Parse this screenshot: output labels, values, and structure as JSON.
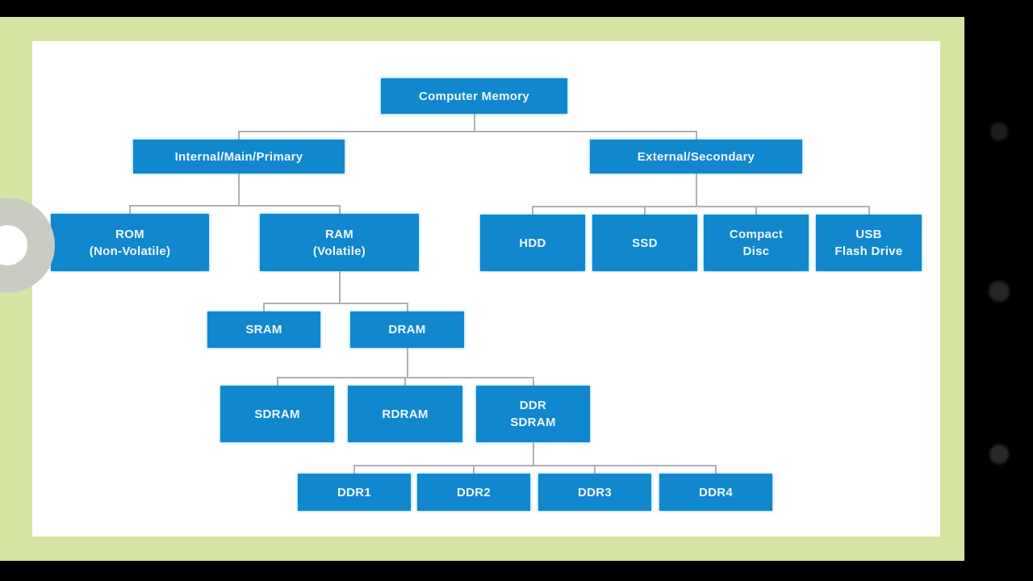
{
  "colors": {
    "background": "#000000",
    "frame_green": "#d6e4a3",
    "canvas_white": "#ffffff",
    "node_blue": "#1187cd",
    "node_text": "#eef7fd",
    "connector_gray": "#b0b0b0",
    "overlay_circle_gray": "#c9ccc3"
  },
  "diagram": {
    "nodes": {
      "computer_memory": {
        "l1": "Computer Memory"
      },
      "internal": {
        "l1": "Internal/Main/Primary"
      },
      "external": {
        "l1": "External/Secondary"
      },
      "rom": {
        "l1": "ROM",
        "l2": "(Non-Volatile)"
      },
      "ram": {
        "l1": "RAM",
        "l2": "(Volatile)"
      },
      "hdd": {
        "l1": "HDD"
      },
      "ssd": {
        "l1": "SSD"
      },
      "compact_disc": {
        "l1": "Compact",
        "l2": "Disc"
      },
      "usb_flash_drive": {
        "l1": "USB",
        "l2": "Flash Drive"
      },
      "sram": {
        "l1": "SRAM"
      },
      "dram": {
        "l1": "DRAM"
      },
      "sdram": {
        "l1": "SDRAM"
      },
      "rdram": {
        "l1": "RDRAM"
      },
      "ddr_sdram": {
        "l1": "DDR",
        "l2": "SDRAM"
      },
      "ddr1": {
        "l1": "DDR1"
      },
      "ddr2": {
        "l1": "DDR2"
      },
      "ddr3": {
        "l1": "DDR3"
      },
      "ddr4": {
        "l1": "DDR4"
      }
    },
    "edges": [
      {
        "parent": "computer_memory",
        "children": [
          "internal",
          "external"
        ]
      },
      {
        "parent": "internal",
        "children": [
          "rom",
          "ram"
        ]
      },
      {
        "parent": "external",
        "children": [
          "hdd",
          "ssd",
          "compact_disc",
          "usb_flash_drive"
        ]
      },
      {
        "parent": "ram",
        "children": [
          "sram",
          "dram"
        ]
      },
      {
        "parent": "dram",
        "children": [
          "sdram",
          "rdram",
          "ddr_sdram"
        ]
      },
      {
        "parent": "ddr_sdram",
        "children": [
          "ddr1",
          "ddr2",
          "ddr3",
          "ddr4"
        ]
      }
    ]
  }
}
